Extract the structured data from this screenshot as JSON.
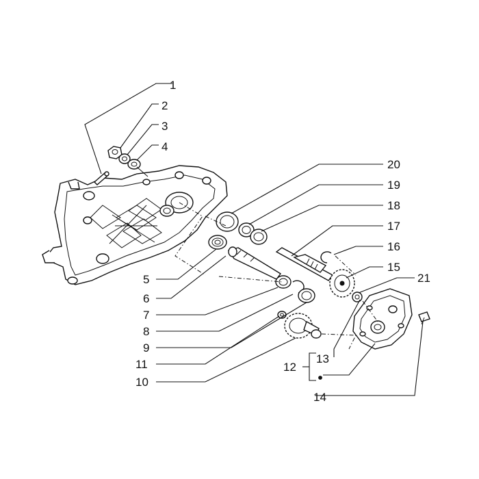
{
  "diagram": {
    "callouts": [
      {
        "id": "1",
        "label": "1"
      },
      {
        "id": "2",
        "label": "2"
      },
      {
        "id": "3",
        "label": "3"
      },
      {
        "id": "4",
        "label": "4"
      },
      {
        "id": "5",
        "label": "5"
      },
      {
        "id": "6",
        "label": "6"
      },
      {
        "id": "7",
        "label": "7"
      },
      {
        "id": "8",
        "label": "8"
      },
      {
        "id": "9",
        "label": "9"
      },
      {
        "id": "10",
        "label": "10"
      },
      {
        "id": "11",
        "label": "11"
      },
      {
        "id": "12",
        "label": "12"
      },
      {
        "id": "13",
        "label": "13"
      },
      {
        "id": "14",
        "label": "14"
      },
      {
        "id": "15",
        "label": "15"
      },
      {
        "id": "16",
        "label": "16"
      },
      {
        "id": "17",
        "label": "17"
      },
      {
        "id": "18",
        "label": "18"
      },
      {
        "id": "19",
        "label": "19"
      },
      {
        "id": "20",
        "label": "20"
      },
      {
        "id": "21",
        "label": "21"
      }
    ],
    "colors": {
      "ink": "#111111",
      "paper": "#ffffff"
    }
  }
}
